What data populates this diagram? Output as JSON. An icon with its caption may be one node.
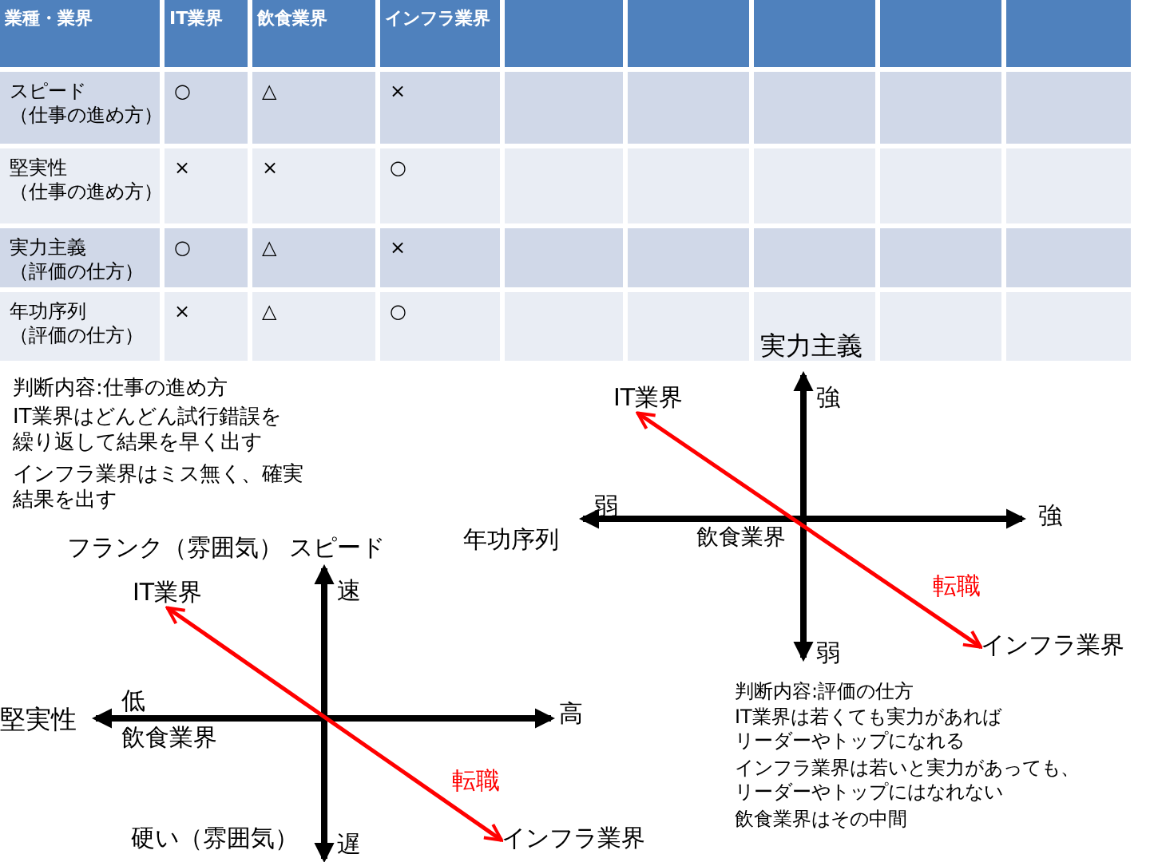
{
  "diagram": {
    "nodes": [
      {
        "text": [
          "IT業界"
        ]
      },
      {
        "text": [
          "インフラ業界"
        ]
      },
      {
        "text": [
          "IT業界"
        ]
      },
      {
        "text": [
          "インフラ業界"
        ]
      }
    ],
    "edges": [
      {
        "from": 0,
        "to": 1,
        "arrow": "both",
        "label": "転職"
      },
      {
        "from": 2,
        "to": 3,
        "arrow": "both",
        "label": "転職"
      }
    ],
    "labels": [
      "業種・業界",
      "IT業界",
      "飲食業界",
      "インフラ業界",
      "スピード",
      "（仕事の進め方）",
      "○",
      "△",
      "×",
      "堅実性",
      "（仕事の進め方）",
      "×",
      "×",
      "○",
      "実力主義",
      "（評価の仕方）",
      "○",
      "△",
      "×",
      "年功序列",
      "（評価の仕方）",
      "×",
      "△",
      "○",
      "判断内容:仕事の進め方",
      "IT業界はどんどん試行錯誤を繰り返して結果を早く出す",
      "インフラ業界はミス無く、確実結果を出す",
      "実力主義",
      "強",
      "弱",
      "年功序列",
      "飲食業界",
      "強",
      "弱",
      "フランク（雰囲気）",
      "スピード",
      "速",
      "低",
      "堅実性",
      "飲食業界",
      "高",
      "硬い（雰囲気）",
      "遅",
      "判断内容:評価の仕方",
      "IT業界は若くても実力があればリーダーやトップになれる",
      "インフラ業界は若いと実力があっても、リーダーやトップにはなれない",
      "飲食業界はその中間"
    ]
  }
}
